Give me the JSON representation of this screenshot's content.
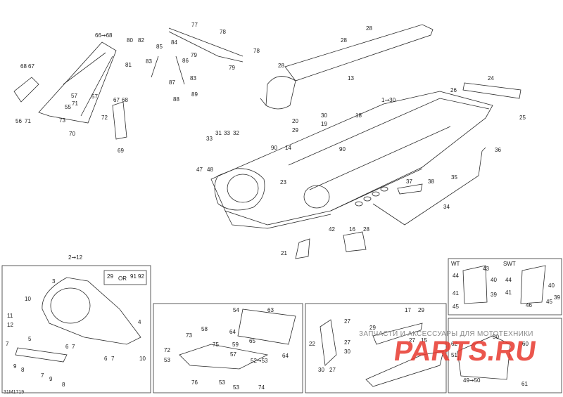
{
  "diagram": {
    "drawing_code": "31M1719",
    "parts_labels": {
      "l66_68": "66➞68",
      "l80": "80",
      "l82": "82",
      "l81": "81",
      "l77": "77",
      "l78a": "78",
      "l78b": "78",
      "l79a": "79",
      "l79b": "79",
      "l28top": "28",
      "l28b": "28",
      "l28c": "28",
      "l13": "13",
      "l85": "85",
      "l84": "84",
      "l86": "86",
      "l83a": "83",
      "l83b": "83",
      "l87": "87",
      "l88": "88",
      "l89": "89",
      "l68": "68",
      "l67": "67",
      "l57a": "57",
      "l57b": "57",
      "l71a": "71",
      "l55": "55",
      "l73": "73",
      "l72": "72",
      "l67b": "67",
      "l68b": "68",
      "l56": "56",
      "l71b": "71",
      "l70": "70",
      "l69": "69",
      "l24": "24",
      "l26": "26",
      "l25": "25",
      "l1_30": "1➞30",
      "l18": "18",
      "l20": "20",
      "l29a": "29",
      "l30a": "30",
      "l19": "19",
      "l31": "31",
      "l33a": "33",
      "l32": "32",
      "l33b": "33",
      "l90a": "90",
      "l90b": "90",
      "l14": "14",
      "l47": "47",
      "l48": "48",
      "l23": "23",
      "l36": "36",
      "l35": "35",
      "l37": "37",
      "l38": "38",
      "l34": "34",
      "l42": "42",
      "l16": "16",
      "l28d": "28",
      "l21": "21",
      "l2_12": "2➞12",
      "l3": "3",
      "l29b": "29",
      "l91": "91",
      "l92": "92",
      "l10a": "10",
      "l11": "11",
      "l12": "12",
      "l5": "5",
      "l4": "4",
      "l6a": "6",
      "l7a": "7",
      "l7b": "7",
      "l9a": "9",
      "l8a": "8",
      "l7c": "7",
      "l9b": "9",
      "l8b": "8",
      "l6b": "6",
      "l7d": "7",
      "l10b": "10",
      "l54": "54",
      "l63": "63",
      "l64a": "64",
      "l65": "65",
      "l64b": "64",
      "l58": "58",
      "l73b": "73",
      "l72b": "72",
      "l75": "75",
      "l59": "59",
      "l53a": "53",
      "l57c": "57",
      "l52_53": "52➞53",
      "l76": "76",
      "l53b": "53",
      "l53c": "53",
      "l74": "74",
      "l17": "17",
      "l29c": "29",
      "l22": "22",
      "l27a": "27",
      "l27b": "27",
      "l29d": "29",
      "l30b": "30",
      "l30c": "30",
      "l27c": "27",
      "l27d": "27",
      "l15": "15",
      "l43": "43",
      "l44a": "44",
      "l40a": "40",
      "l41a": "41",
      "l39a": "39",
      "l45a": "45",
      "l44b": "44",
      "l40b": "40",
      "l41b": "41",
      "l39b": "39",
      "l46": "46",
      "l45b": "45",
      "l62": "62",
      "l50": "50",
      "l60": "60",
      "l51": "51",
      "l49_50": "49➞50",
      "l61": "61"
    },
    "or_text": "OR",
    "variant_wt": "WT",
    "variant_swt": "SWT",
    "watermark_line": "ЗАПЧАСТИ И АКСЕССУАРЫ ДЛЯ МОТОТЕХНИКИ",
    "watermark_logo": "PARTS.RU",
    "line_color": "#2b2b2b",
    "watermark_color": "#e8392f"
  }
}
